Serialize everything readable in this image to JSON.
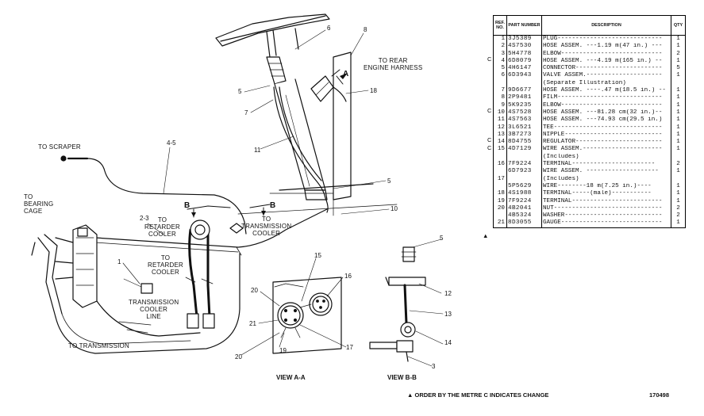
{
  "labels": {
    "to_rear_engine_harness": [
      "TO REAR",
      "ENGINE HARNESS"
    ],
    "to_scraper": "TO SCRAPER",
    "to_bearing_cage": [
      "TO",
      "BEARING",
      "CAGE"
    ],
    "to_retarder_cooler_a": [
      "TO",
      "RETARDER",
      "COOLER"
    ],
    "to_retarder_cooler_b": [
      "TO",
      "RETARDER",
      "COOLER"
    ],
    "to_transmission_cooler": [
      "TO",
      "TRANSMISSION",
      "COOLER"
    ],
    "transmission_cooler_line": [
      "TRANSMISSION",
      "COOLER",
      "LINE"
    ],
    "to_transmission": "TO TRANSMISSION",
    "view_a": "VIEW A-A",
    "view_b": "VIEW B-B",
    "section_a": "A",
    "section_b1": "B",
    "section_b2": "B"
  },
  "callouts": {
    "c6": "6",
    "c8": "8",
    "c5a": "5",
    "c7": "7",
    "c18": "18",
    "c11": "11",
    "c4_5": "4-5",
    "c5b": "5",
    "c10": "10",
    "c2_3": "2-3",
    "c1": "1",
    "c5c": "5",
    "c12": "12",
    "c13": "13",
    "c14": "14",
    "c3": "3",
    "c15": "15",
    "c16": "16",
    "c20a": "20",
    "c21": "21",
    "c19": "19",
    "c20b": "20",
    "c17": "17"
  },
  "table": {
    "headers": {
      "ref": "REF. NO.",
      "part": "PART NUMBER",
      "desc": "DESCRIPTION",
      "qty": "QTY"
    },
    "rows": [
      {
        "ref": "1",
        "part": "3J5389",
        "desc": "PLUG-----------------------------",
        "qty": "1"
      },
      {
        "ref": "2",
        "part": "4S7530",
        "desc": "HOSE ASSEM. ---1.19 m(47 in.) ---",
        "qty": "1"
      },
      {
        "ref": "3",
        "part": "5H4778",
        "desc": "ELBOW----------------------------",
        "qty": "2"
      },
      {
        "ref": "4",
        "part": "6D8079",
        "desc": "HOSE ASSEM. ---4.19 m(165 in.) --",
        "qty": "1"
      },
      {
        "ref": "5",
        "part": "4H6147",
        "desc": "CONNECTOR------------------------",
        "qty": "5"
      },
      {
        "ref": "6",
        "part": "6D3943",
        "desc": "VALVE ASSEM.---------------------",
        "qty": "1"
      },
      {
        "ref": "",
        "part": "",
        "desc": "(Separate Illustration)",
        "qty": ""
      },
      {
        "ref": "7",
        "part": "9D6677",
        "desc": "HOSE ASSEM. ----.47 m(18.5 in.) --",
        "qty": "1"
      },
      {
        "ref": "8",
        "part": "2P9481",
        "desc": "FILM-----------------------------",
        "qty": "1"
      },
      {
        "ref": "9",
        "part": "5K9235",
        "desc": "ELBOW----------------------------",
        "qty": "1"
      },
      {
        "ref": "10",
        "part": "4S7528",
        "desc": "HOSE ASSEM. ---81.28 cm(32 in.)--",
        "qty": "1"
      },
      {
        "ref": "11",
        "part": "4S7563",
        "desc": "HOSE ASSEM. ---74.93 cm(29.5 in.)",
        "qty": "1"
      },
      {
        "ref": "12",
        "part": "3L6521",
        "desc": "TEE------------------------------",
        "qty": "1"
      },
      {
        "ref": "13",
        "part": "3B7273",
        "desc": "NIPPLE---------------------------",
        "qty": "1"
      },
      {
        "ref": "14",
        "part": "8D4755",
        "desc": "REGULATOR------------------------",
        "qty": "1"
      },
      {
        "ref": "15",
        "part": "4D7129",
        "desc": "WIRE ASSEM.----------------------",
        "qty": "1"
      },
      {
        "ref": "",
        "part": "",
        "desc": "(Includes)",
        "qty": ""
      },
      {
        "ref": "16",
        "part": "7F9224",
        "desc": "  TERMINAL-----------------------",
        "qty": "2"
      },
      {
        "ref": "",
        "part": "6D7923",
        "desc": "WIRE ASSEM. --------------------",
        "qty": "1"
      },
      {
        "ref": "17",
        "part": "",
        "desc": "(Includes)",
        "qty": ""
      },
      {
        "ref": "",
        "part": "5P5629",
        "desc": "   WIRE--------18 m(7.25 in.)----",
        "qty": "1"
      },
      {
        "ref": "18",
        "part": "4S1988",
        "desc": "   TERMINAL-----(male)-----------",
        "qty": "1"
      },
      {
        "ref": "19",
        "part": "7F9224",
        "desc": "TERMINAL-------------------------",
        "qty": "1"
      },
      {
        "ref": "20",
        "part": "4B2041",
        "desc": "NUT------------------------------",
        "qty": "2"
      },
      {
        "ref": "",
        "part": "4B5324",
        "desc": "WASHER---------------------------",
        "qty": "2"
      },
      {
        "ref": "21",
        "part": "8D3055",
        "desc": "GAUGE----------------------------",
        "qty": "1"
      }
    ],
    "marks": {
      "c1": "C",
      "c2": "C",
      "c3": "C",
      "c4": "C",
      "tri": "▲"
    }
  },
  "footer": {
    "note": "▲ ORDER BY THE METRE   C INDICATES CHANGE",
    "id": "170498"
  }
}
